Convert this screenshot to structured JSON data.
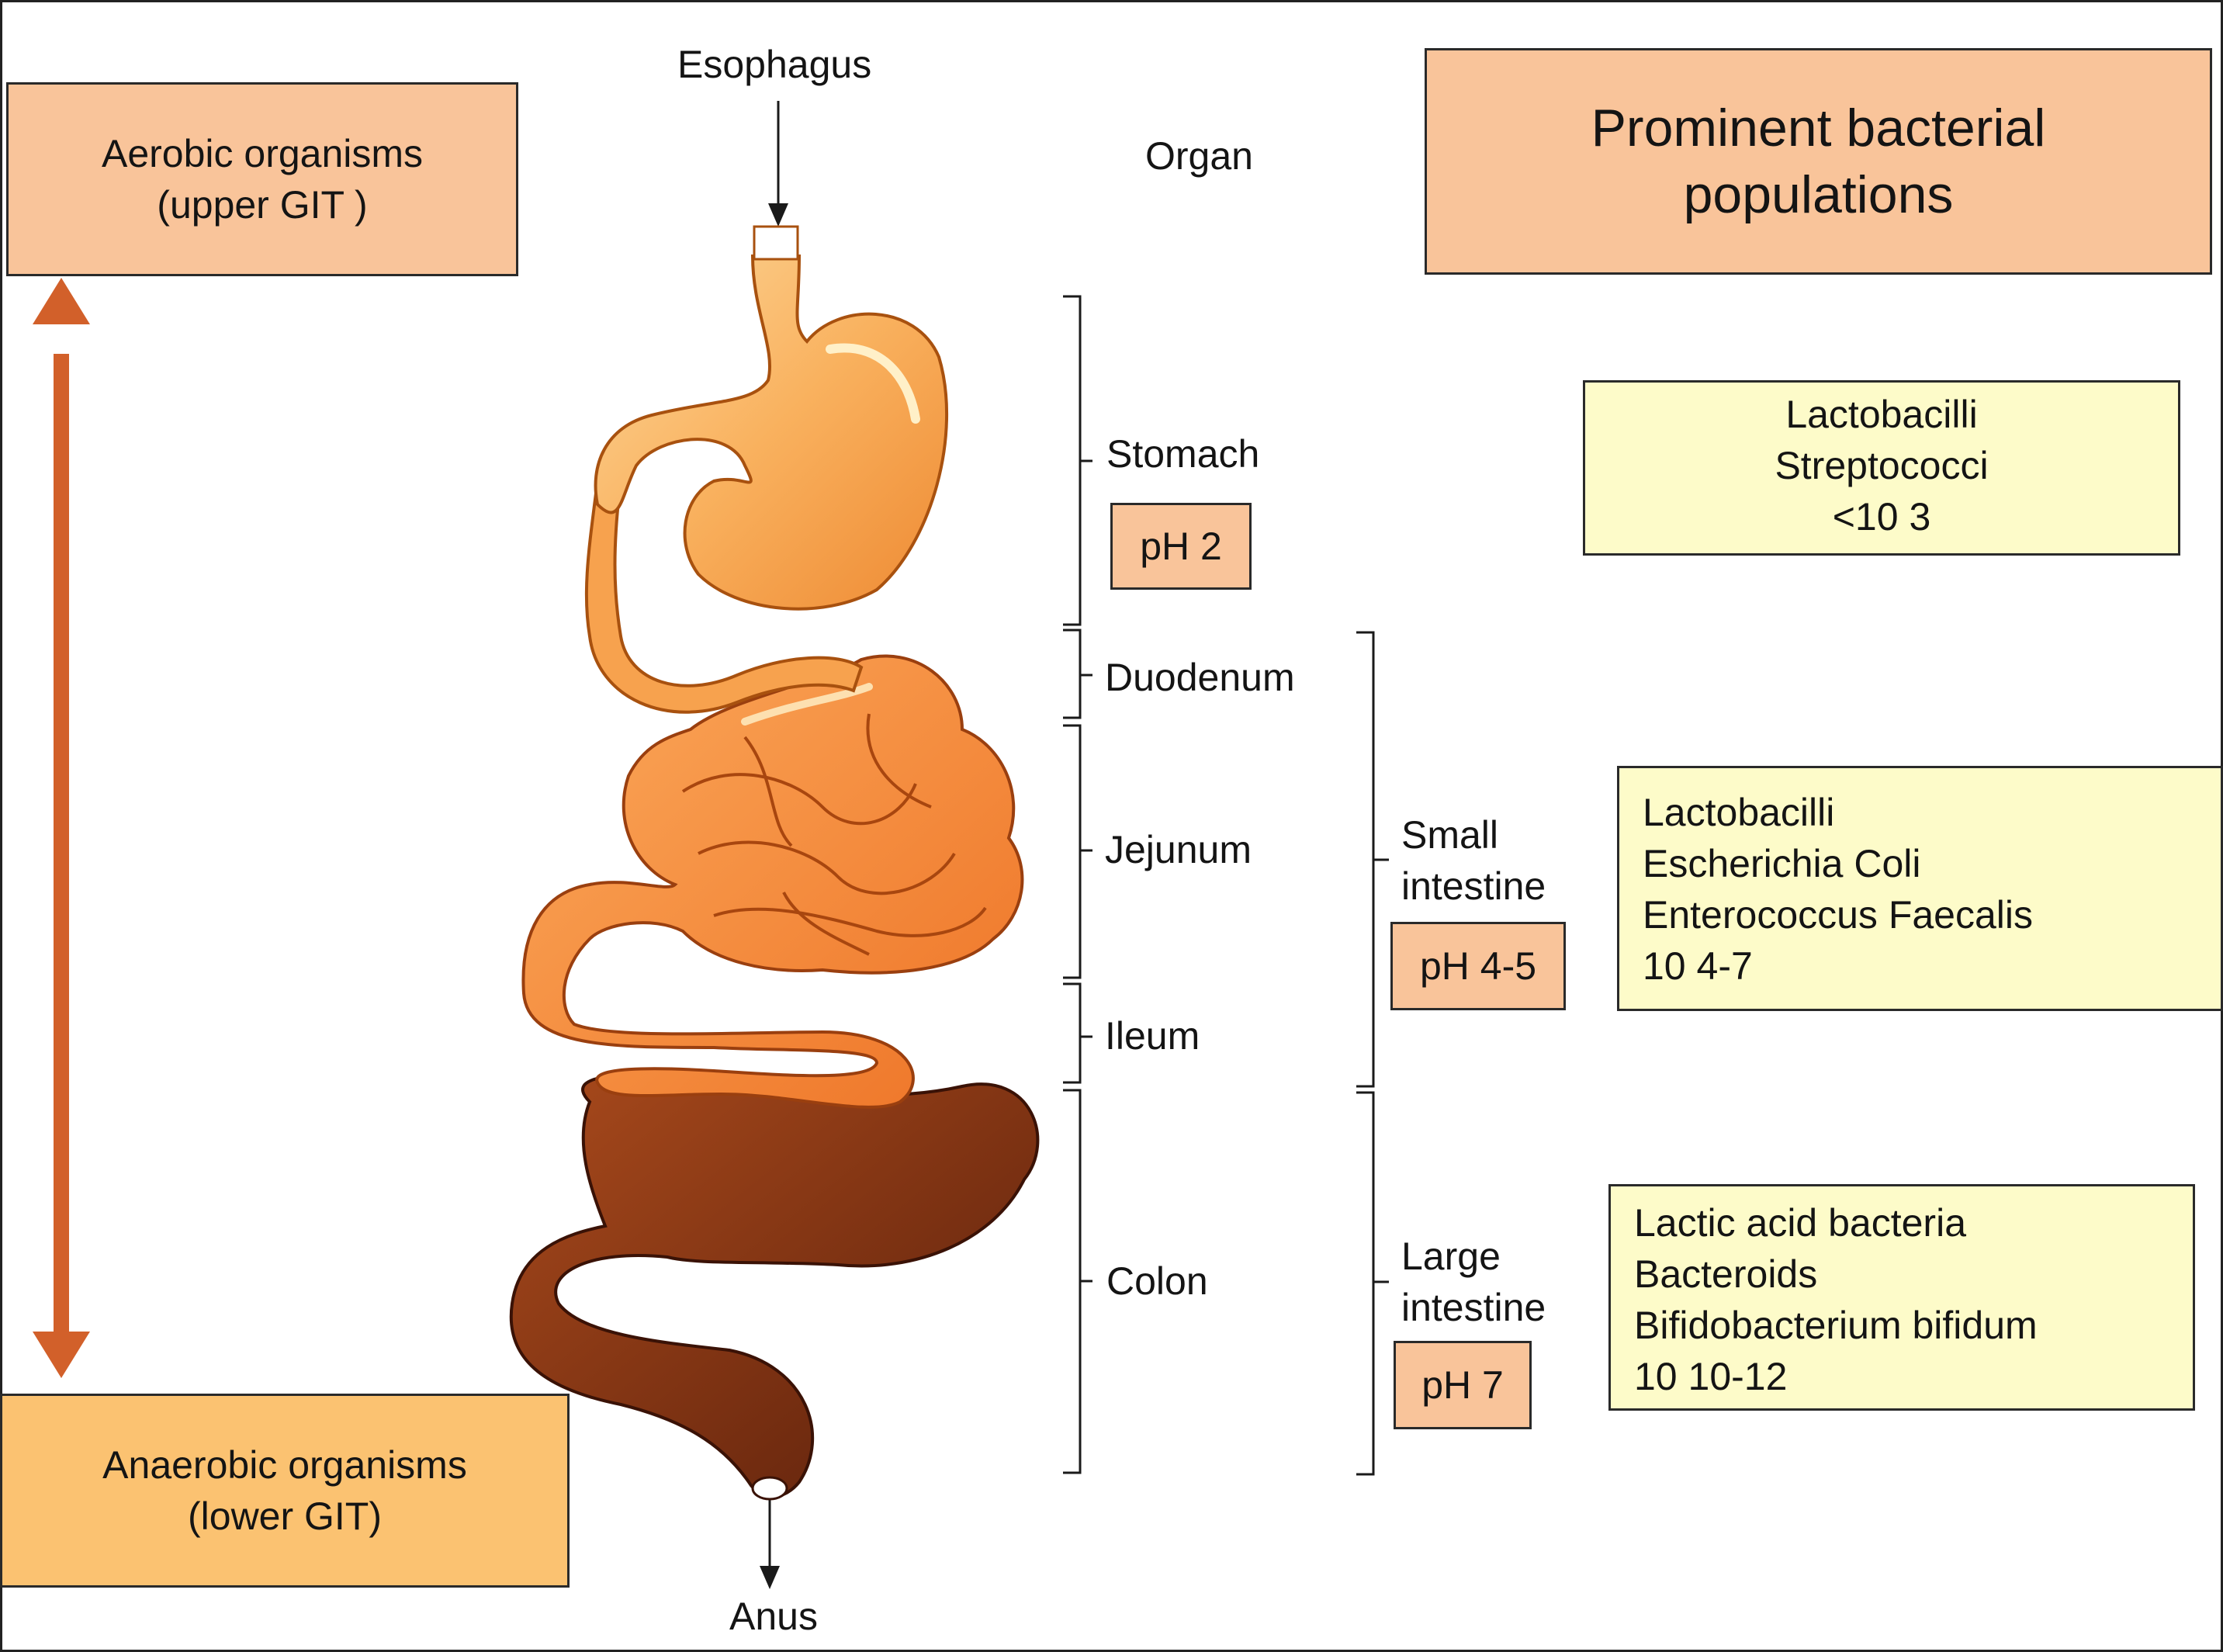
{
  "diagram": {
    "aerobic_box": {
      "line1": "Aerobic organisms",
      "line2": "(upper GIT )"
    },
    "anaerobic_box": {
      "line1": "Anaerobic organisms",
      "line2": "(lower GIT)"
    },
    "entry_label": "Esophagus",
    "exit_label": "Anus",
    "organ_header": "Organ",
    "bacteria_header": {
      "line1": "Prominent bacterial",
      "line2": "populations"
    },
    "organs": {
      "stomach": "Stomach",
      "duodenum": "Duodenum",
      "jejunum": "Jejunum",
      "ileum": "Ileum",
      "colon": "Colon"
    },
    "groups": {
      "small_intestine": {
        "line1": "Small",
        "line2": "intestine"
      },
      "large_intestine": {
        "line1": "Large",
        "line2": "intestine"
      }
    },
    "ph": {
      "stomach": "pH 2",
      "small_intestine": "pH 4-5",
      "large_intestine": "pH 7"
    },
    "bacteria": {
      "stomach": [
        "Lactobacilli",
        "Streptococci",
        "<10 3"
      ],
      "small_intestine": [
        "Lactobacilli",
        "Escherichia Coli",
        "Enterococcus Faecalis",
        "10 4-7"
      ],
      "large_intestine": [
        "Lactic acid bacteria",
        "Bacteroids",
        "Bifidobacterium bifidum",
        "10 10-12"
      ]
    },
    "colors": {
      "arrow": "#d2602a",
      "stomach_fill": "#f9b15e",
      "small_intestine_fill": "#f5883a",
      "colon_fill": "#7a2f12",
      "label_box": "#f9c49a",
      "anaerobic_box": "#fbc271",
      "bacteria_box": "#fdfbc9"
    }
  }
}
